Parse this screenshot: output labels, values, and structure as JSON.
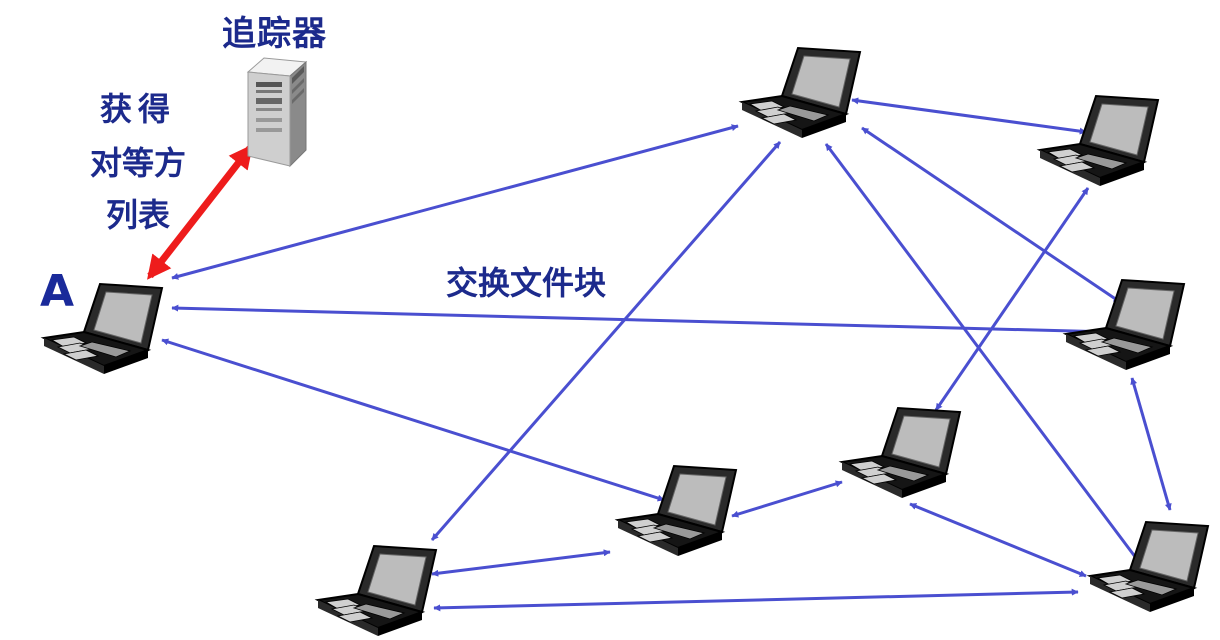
{
  "labels": {
    "tracker": "追踪器",
    "get_peer_list_line1": "获得",
    "get_peer_list_line2": "对等方",
    "get_peer_list_line3": "列表",
    "peer_a": "A",
    "exchange_chunks": "交换文件块"
  },
  "colors": {
    "text": "#1c2a8c",
    "peer_link": "#4a4fd0",
    "tracker_link": "#ee1c1c"
  },
  "icons": {
    "tracker": "server-tower-icon",
    "peer": "laptop-icon"
  }
}
